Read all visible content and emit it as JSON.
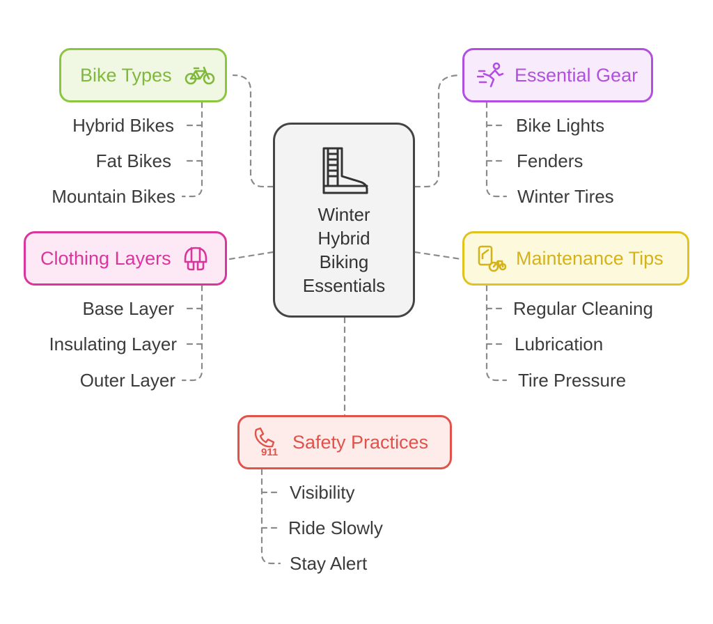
{
  "center": {
    "title": "Winter\nHybrid\nBiking\nEssentials",
    "icon": "winter-boot-icon"
  },
  "categories": {
    "bike_types": {
      "title": "Bike Types",
      "icon": "bicycle-icon",
      "color": "#8cc63f",
      "bg": "#f0f8e4",
      "items": [
        "Hybrid Bikes",
        "Fat Bikes",
        "Mountain Bikes"
      ]
    },
    "essential_gear": {
      "title": "Essential Gear",
      "icon": "cyclist-icon",
      "color": "#b24fe0",
      "bg": "#f7ebfc",
      "items": [
        "Bike Lights",
        "Fenders",
        "Winter Tires"
      ]
    },
    "clothing_layers": {
      "title": "Clothing Layers",
      "icon": "helmet-icon",
      "color": "#d9359c",
      "bg": "#fde8f5",
      "items": [
        "Base Layer",
        "Insulating Layer",
        "Outer Layer"
      ]
    },
    "maintenance_tips": {
      "title": "Maintenance Tips",
      "icon": "bike-repair-icon",
      "color": "#e2c21e",
      "bg": "#fdf9dc",
      "items": [
        "Regular Cleaning",
        "Lubrication",
        "Tire Pressure"
      ]
    },
    "safety_practices": {
      "title": "Safety Practices",
      "icon": "emergency-911-icon",
      "icon_text": "911",
      "color": "#e0524a",
      "bg": "#fdecea",
      "items": [
        "Visibility",
        "Ride Slowly",
        "Stay Alert"
      ]
    }
  },
  "colors": {
    "connector": "#8a8a8a",
    "center_border": "#444444",
    "center_bg": "#f3f3f3",
    "text": "#3b3b3b"
  }
}
